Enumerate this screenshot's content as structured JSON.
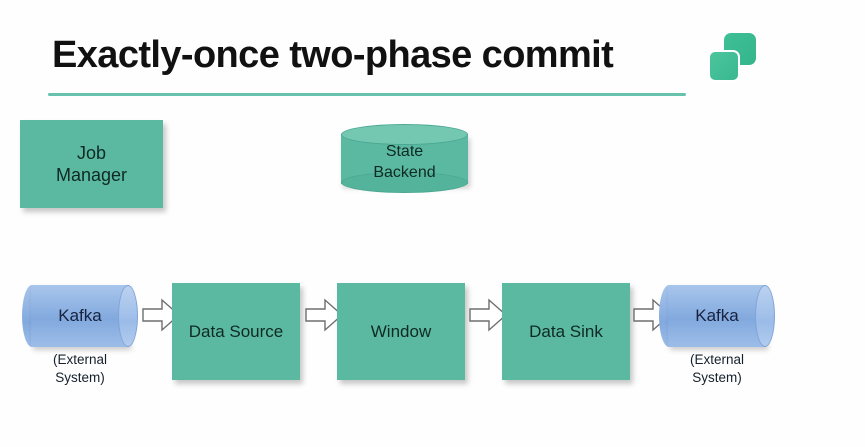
{
  "slide": {
    "title": "Exactly-once two-phase commit",
    "accent_color": "#66c2ad",
    "box_color": "#5cb9a1",
    "kafka_color": "#87aee0",
    "background": "#fefefe"
  },
  "logo": {
    "name": "two-squares-logo",
    "color_back": "#3fbf95",
    "color_front": "#4cc59c"
  },
  "nodes": {
    "job_manager": {
      "line1": "Job",
      "line2": "Manager"
    },
    "state_backend": {
      "line1": "State",
      "line2": "Backend"
    },
    "data_source": {
      "label": "Data Source"
    },
    "window": {
      "label": "Window"
    },
    "data_sink": {
      "label": "Data Sink"
    },
    "kafka_source": {
      "label": "Kafka",
      "sub_line1": "(External",
      "sub_line2": "System)"
    },
    "kafka_sink": {
      "label": "Kafka",
      "sub_line1": "(External",
      "sub_line2": "System)"
    }
  },
  "flow": {
    "arrows": [
      {
        "from": "kafka_source",
        "to": "data_source",
        "direction": "right"
      },
      {
        "from": "data_source",
        "to": "window",
        "direction": "right"
      },
      {
        "from": "window",
        "to": "data_sink",
        "direction": "right"
      },
      {
        "from": "data_sink",
        "to": "kafka_sink",
        "direction": "right"
      }
    ]
  }
}
